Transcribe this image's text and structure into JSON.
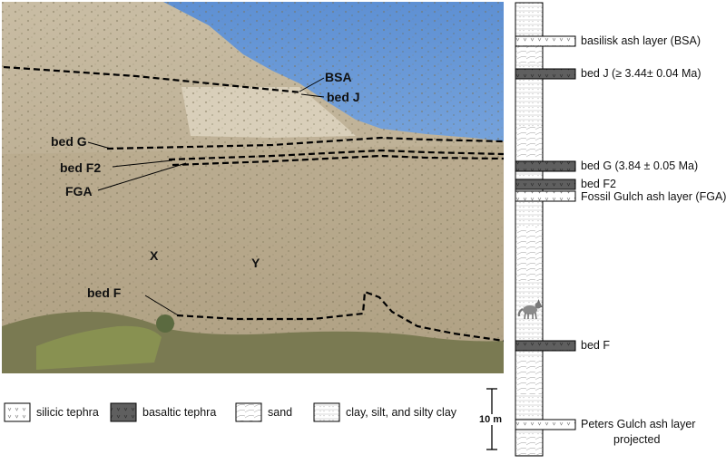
{
  "photo": {
    "labels": {
      "bsa": "BSA",
      "bed_j": "bed J",
      "bed_g": "bed G",
      "bed_f2": "bed F2",
      "fga": "FGA",
      "x": "X",
      "y": "Y",
      "bed_f": "bed F"
    }
  },
  "column": {
    "labels": {
      "bsa": "basilisk ash layer (BSA)",
      "bed_j": "bed J (≥ 3.44± 0.04 Ma)",
      "bed_g": "bed G (3.84 ± 0.05 Ma)",
      "bed_f2": "bed F2",
      "fga": "Fossil Gulch ash layer (FGA)",
      "bed_f": "bed F",
      "peters_gulch_1": "Peters Gulch ash layer",
      "peters_gulch_2": "projected"
    }
  },
  "legend": {
    "items": [
      {
        "label": "silicic tephra",
        "pattern": "silicic"
      },
      {
        "label": "basaltic tephra",
        "pattern": "basaltic"
      },
      {
        "label": "sand",
        "pattern": "sand"
      },
      {
        "label": "clay, silt, and silty clay",
        "pattern": "clay"
      }
    ],
    "scale_label": "10 m"
  },
  "colors": {
    "sky": "#6f9ed8",
    "hill_light": "#cfc2a8",
    "hill_mid": "#b3a489",
    "vegetation": "#6f7a4c",
    "basaltic": "#5f5f5f"
  }
}
